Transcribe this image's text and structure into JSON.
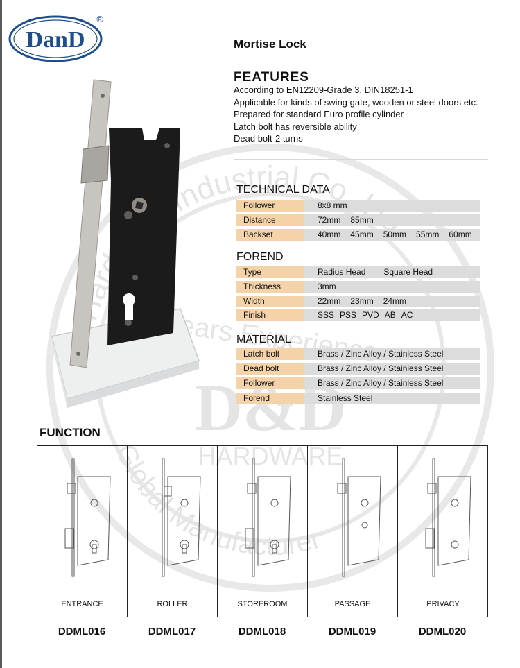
{
  "brand": {
    "logo_text": "DanD",
    "registered_mark": "®"
  },
  "watermark": {
    "lines": [
      "Hardware Industrial Co.,Ltd",
      "12 years Experience",
      "D&D",
      "HARDWARE",
      "Global Manufacturer"
    ]
  },
  "product": {
    "title": "Mortise Lock"
  },
  "features": {
    "title": "FEATURES",
    "items": [
      "According to EN12209-Grade 3, DIN18251-1",
      "Applicable for kinds of swing gate, wooden or steel doors etc.",
      "Prepared for standard Euro profile cylinder",
      "Latch bolt has reversible ability",
      "Dead bolt-2 turns"
    ]
  },
  "technical_data": {
    "title": "TECHNICAL DATA",
    "rows": [
      {
        "label": "Follower",
        "values": [
          "8x8 mm"
        ]
      },
      {
        "label": "Distance",
        "values": [
          "72mm",
          "85mm"
        ]
      },
      {
        "label": "Backset",
        "values": [
          "40mm",
          "45mm",
          "50mm",
          "55mm",
          "60mm"
        ]
      }
    ]
  },
  "forend": {
    "title": "FOREND",
    "rows": [
      {
        "label": "Type",
        "values": [
          "Radius Head",
          "Square Head"
        ]
      },
      {
        "label": "Thickness",
        "values": [
          "3mm"
        ]
      },
      {
        "label": "Width",
        "values": [
          "22mm",
          "23mm",
          "24mm"
        ]
      },
      {
        "label": "Finish",
        "values": [
          "SSS",
          "PSS",
          "PVD",
          "AB",
          "AC"
        ]
      }
    ]
  },
  "material": {
    "title": "MATERIAL",
    "rows": [
      {
        "label": "Latch bolt",
        "values": [
          "Brass / Zinc Alloy / Stainless Steel"
        ]
      },
      {
        "label": "Dead bolt",
        "values": [
          "Brass / Zinc Alloy / Stainless Steel"
        ]
      },
      {
        "label": "Follower",
        "values": [
          "Brass / Zinc Alloy / Stainless Steel"
        ]
      },
      {
        "label": "Forend",
        "values": [
          "Stainless Steel"
        ]
      }
    ]
  },
  "function": {
    "title": "FUNCTION",
    "items": [
      {
        "name": "ENTRANCE",
        "model": "DDML016"
      },
      {
        "name": "ROLLER",
        "model": "DDML017"
      },
      {
        "name": "STOREROOM",
        "model": "DDML018"
      },
      {
        "name": "PASSAGE",
        "model": "DDML019"
      },
      {
        "name": "PRIVACY",
        "model": "DDML020"
      }
    ]
  },
  "colors": {
    "brand_blue": "#1f4e8c",
    "label_bg": "#f5d3a8",
    "row_bg": "#dcdcdc",
    "lock_body": "#1b1b1b"
  }
}
